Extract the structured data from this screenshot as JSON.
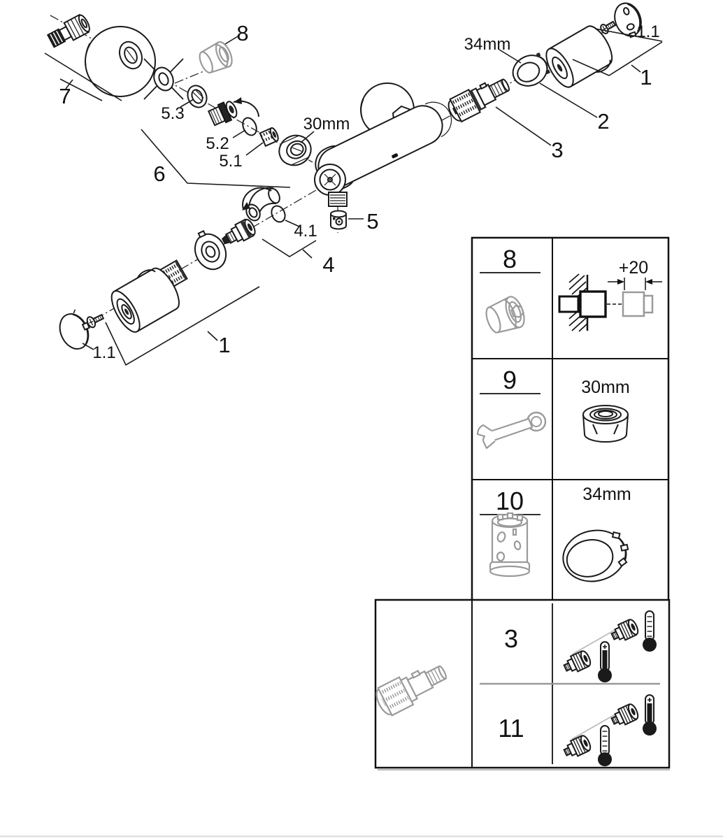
{
  "figure": {
    "type": "exploded-parts-diagram"
  },
  "callouts": {
    "seven": "7",
    "eight": "8",
    "five_three": "5.3",
    "five_two": "5.2",
    "five_one": "5.1",
    "six": "6",
    "thirty_mm": "30mm",
    "thirty_four_mm": "34mm",
    "one_top": "1",
    "one_one_top": "1.1",
    "two": "2",
    "three": "3",
    "four": "4",
    "four_one": "4.1",
    "five": "5",
    "one_bottom": "1",
    "one_one_bottom": "1.1"
  },
  "service_table": {
    "rows": [
      {
        "id": "8",
        "item_icon": "wall-extension-adapter-icon",
        "note": "+20"
      },
      {
        "id": "9",
        "item_icon": "open-end-ring-wrench-icon",
        "note": "30mm"
      },
      {
        "id": "10",
        "item_icon": "cartridge-socket-tool-icon",
        "note": "34mm"
      }
    ]
  },
  "cartridge_table": {
    "left_icon": "thermostatic-cartridge-icon",
    "rows": [
      {
        "id": "3",
        "icons": "cartridge-filled-thermometer-and-scaled-thermometer"
      },
      {
        "id": "11",
        "icons": "cartridge-scaled-thermometer-and-filled-thermometer"
      }
    ]
  }
}
